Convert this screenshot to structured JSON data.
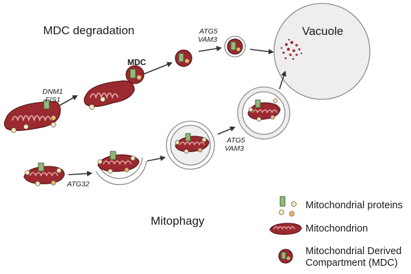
{
  "titles": {
    "mdc_degradation": "MDC degradation",
    "mitophagy": "Mitophagy",
    "vacuole": "Vacuole",
    "mdc": "MDC"
  },
  "genes": {
    "dnm1": "DNM1",
    "fis1": "FIS1",
    "atg5_top": "ATG5",
    "vam3_top": "VAM3",
    "atg32": "ATG32",
    "atg5_mid": "ATG5",
    "vam3_mid": "VAM3"
  },
  "legend": {
    "proteins": "Mitochondrial proteins",
    "mitochondrion": "Mitochondrion",
    "mdc_line1": "Mitochondrial Derived",
    "mdc_line2": "Compartment (MDC)"
  },
  "colors": {
    "mito_fill": "#9b2a30",
    "mito_stroke": "#5a1418",
    "cristae": "#e3a6a6",
    "protein_green": "#93b87c",
    "dot_cream": "#f4e9b8",
    "dot_orange": "#f1b46c",
    "vacuole_fill": "#eeeeee",
    "membrane": "#8a8a8a",
    "arrow": "#333333"
  }
}
